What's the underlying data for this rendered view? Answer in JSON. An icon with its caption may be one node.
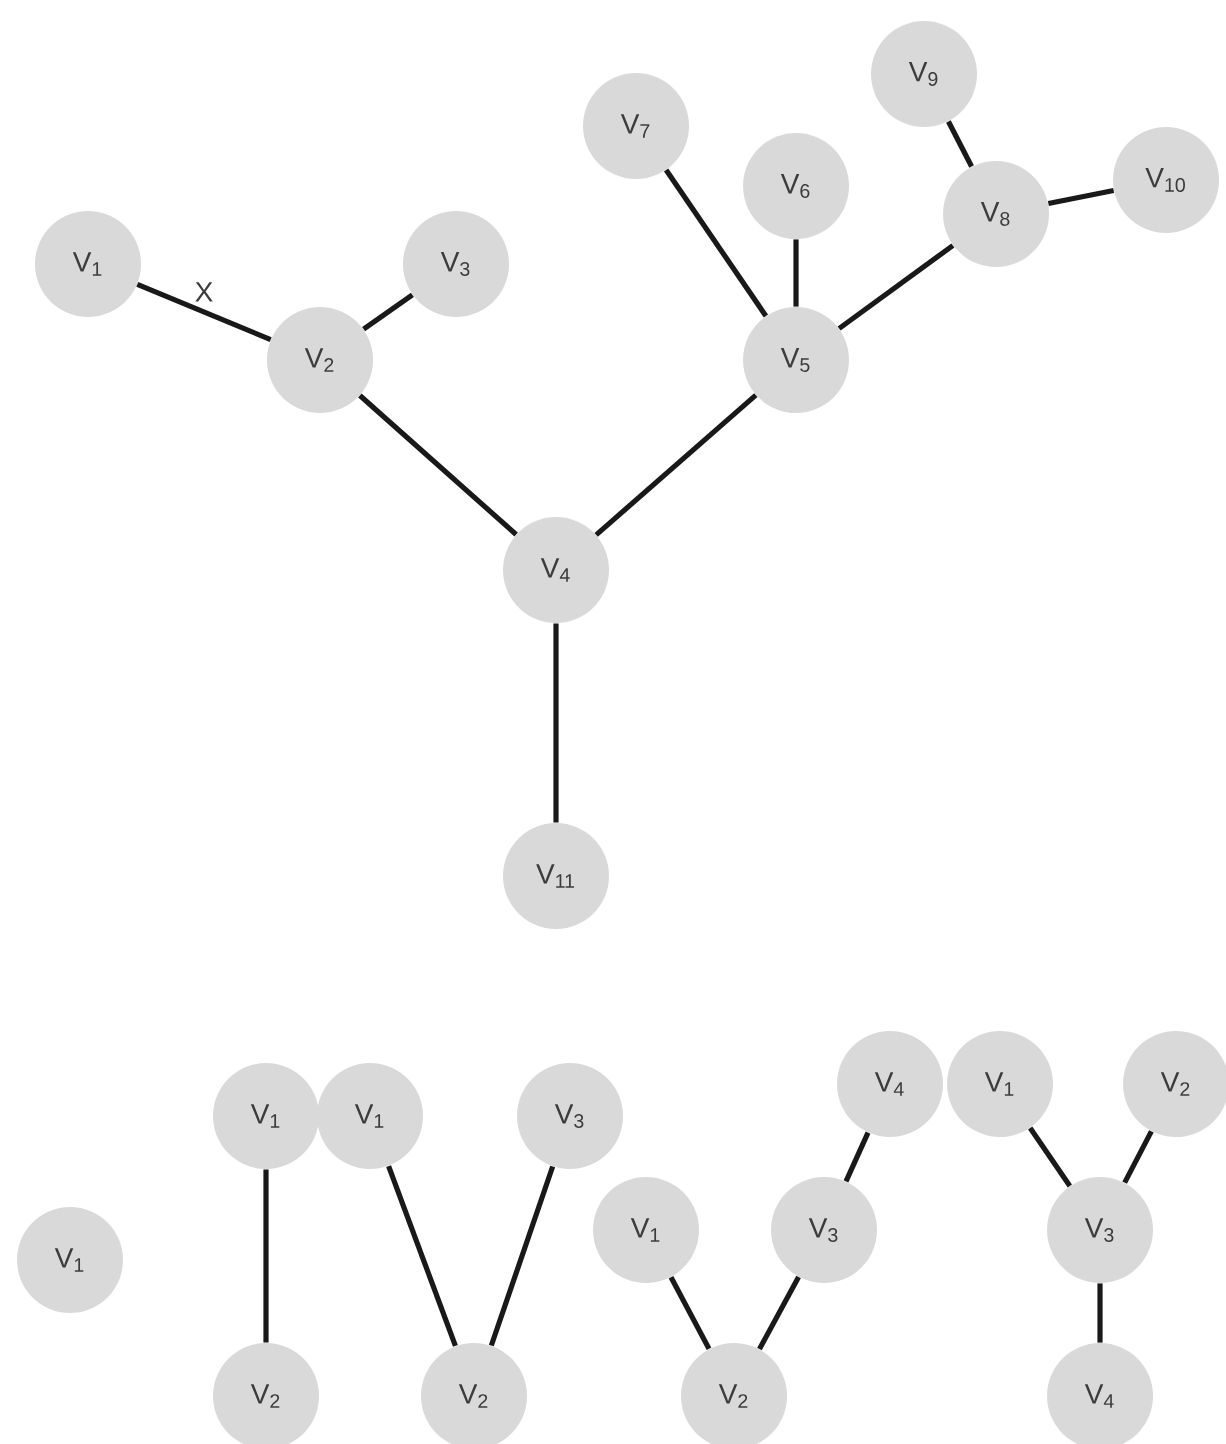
{
  "diagram": {
    "nodes": [
      {
        "text": [
          "V$_{1}$"
        ]
      },
      {
        "text": [
          "V$_{2}$"
        ]
      },
      {
        "text": [
          "V$_{3}$"
        ]
      },
      {
        "text": [
          "V$_{4}$"
        ]
      },
      {
        "text": [
          "V$_{5}$"
        ]
      },
      {
        "text": [
          "V$_{6}$"
        ]
      },
      {
        "text": [
          "V$_{7}$"
        ]
      },
      {
        "text": [
          "V$_{8}$"
        ]
      },
      {
        "text": [
          "V$_{9}$"
        ]
      },
      {
        "text": [
          "V$_{10}$"
        ]
      },
      {
        "text": [
          "V$_{11}$"
        ]
      },
      {
        "text": [
          "V$_{1}$"
        ]
      },
      {
        "text": [
          "V$_{1}$"
        ]
      },
      {
        "text": [
          "V$_{2}$"
        ]
      },
      {
        "text": [
          "V$_{1}$"
        ]
      },
      {
        "text": [
          "V$_{3}$"
        ]
      },
      {
        "text": [
          "V$_{2}$"
        ]
      },
      {
        "text": [
          "V$_{1}$"
        ]
      },
      {
        "text": [
          "V$_{3}$"
        ]
      },
      {
        "text": [
          "V$_{4}$"
        ]
      },
      {
        "text": [
          "V$_{2}$"
        ]
      },
      {
        "text": [
          "V$_{1}$"
        ]
      },
      {
        "text": [
          "V$_{2}$"
        ]
      },
      {
        "text": [
          "V$_{3}$"
        ]
      },
      {
        "text": [
          "V$_{4}$"
        ]
      }
    ],
    "edges": [
      {
        "from": 0,
        "to": 1,
        "arrow": "none",
        "label": "X"
      },
      {
        "from": 1,
        "to": 2,
        "arrow": "none"
      },
      {
        "from": 1,
        "to": 3,
        "arrow": "none"
      },
      {
        "from": 3,
        "to": 4,
        "arrow": "none"
      },
      {
        "from": 4,
        "to": 5,
        "arrow": "none"
      },
      {
        "from": 4,
        "to": 6,
        "arrow": "none"
      },
      {
        "from": 4,
        "to": 7,
        "arrow": "none"
      },
      {
        "from": 7,
        "to": 8,
        "arrow": "none"
      },
      {
        "from": 7,
        "to": 9,
        "arrow": "none"
      },
      {
        "from": 3,
        "to": 10,
        "arrow": "none"
      },
      {
        "from": 12,
        "to": 13,
        "arrow": "none"
      },
      {
        "from": 14,
        "to": 16,
        "arrow": "none"
      },
      {
        "from": 15,
        "to": 16,
        "arrow": "none"
      },
      {
        "from": 17,
        "to": 20,
        "arrow": "none"
      },
      {
        "from": 18,
        "to": 20,
        "arrow": "none"
      },
      {
        "from": 18,
        "to": 19,
        "arrow": "none"
      },
      {
        "from": 21,
        "to": 23,
        "arrow": "none"
      },
      {
        "from": 22,
        "to": 23,
        "arrow": "none"
      },
      {
        "from": 23,
        "to": 24,
        "arrow": "none"
      }
    ]
  }
}
